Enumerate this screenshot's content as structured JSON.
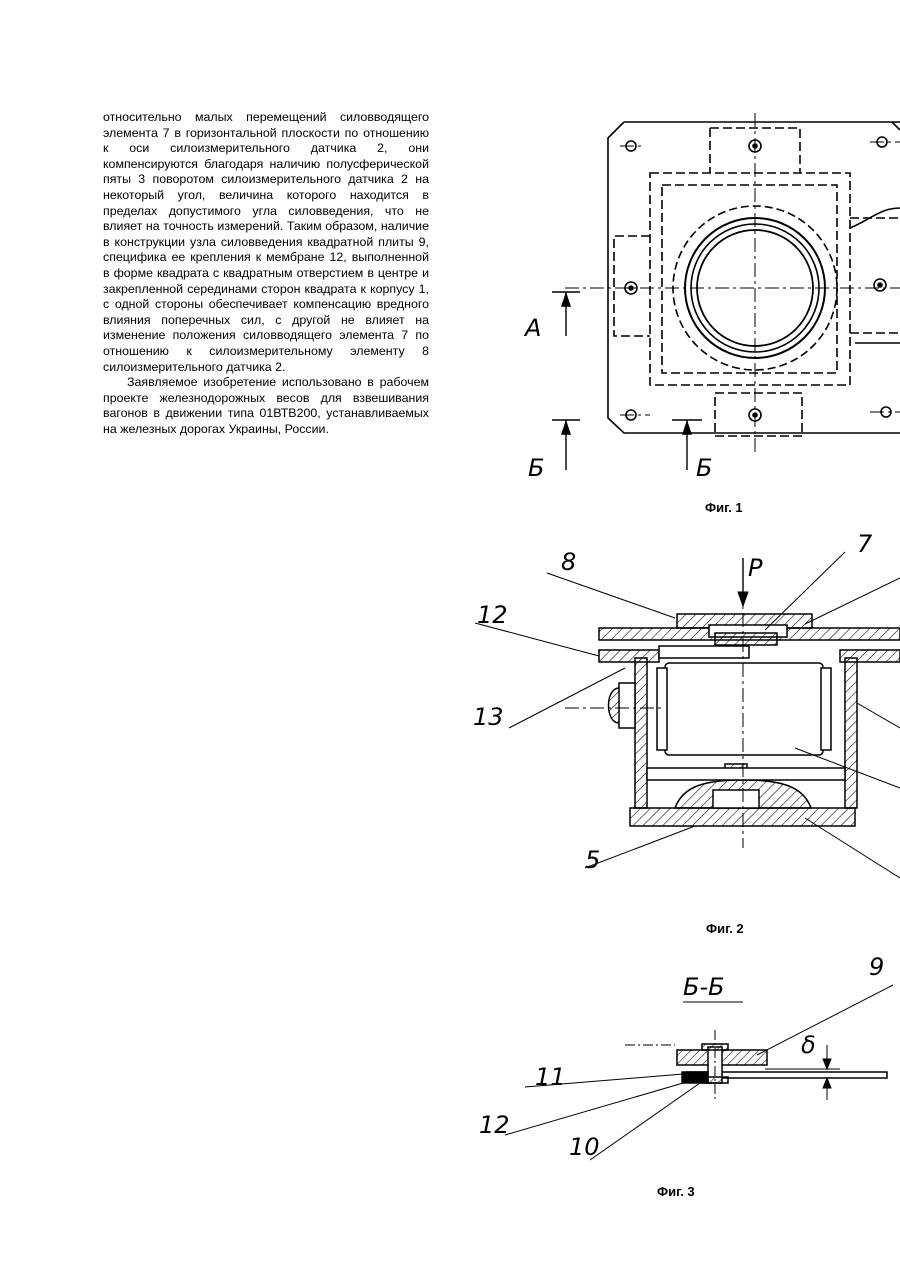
{
  "text": {
    "paragraph1": "относительно малых перемещений силовводящего элемента 7 в горизонтальной плоскости по отношению к оси силоизмерительного датчика 2, они компенсируются благодаря наличию полусферической пяты 3 поворотом силоизмерительного датчика 2 на некоторый угол, величина которого находится в пределах допустимого угла силовведения, что не влияет на точность измерений. Таким образом, наличие в конструкции узла силовведения квадратной плиты 9, специфика ее крепления к мембране 12, выполненной в форме квадрата с квадратным отверстием в центре и закрепленной серединами сторон квадрата к корпусу 1, с одной стороны обеспечивает компенсацию вредного влияния поперечных сил, с другой не влияет на изменение положения силовводящего элемента 7 по отношению к силоизмерительному элементу 8 силоизмерительного датчика 2.",
    "paragraph2": "Заявляемое изобретение использовано в рабочем проекте железнодорожных весов для взвешивания вагонов в движении типа 01ВТВ200, устанавливаемых на железных дорогах Украины, России."
  },
  "figures": {
    "fig1": {
      "caption": "Фиг. 1",
      "labels": {
        "section_a": "А",
        "section_b_left": "Б",
        "section_b_right": "Б"
      }
    },
    "fig2": {
      "caption": "Фиг. 2",
      "labels": {
        "force": "P",
        "n7": "7",
        "n8": "8",
        "n12": "12",
        "n13": "13",
        "n5": "5"
      }
    },
    "fig3": {
      "caption": "Фиг. 3",
      "labels": {
        "section": "Б-Б",
        "n9": "9",
        "n11": "11",
        "n12": "12",
        "n10": "10",
        "gap": "δ"
      }
    }
  }
}
